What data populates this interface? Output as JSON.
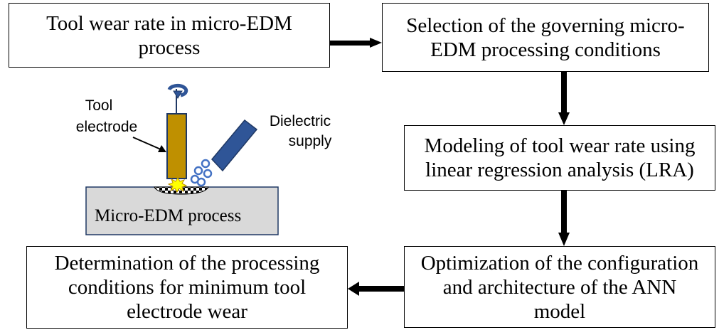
{
  "steps": {
    "s1": {
      "line1": "Tool wear rate in micro-EDM",
      "line2": "process"
    },
    "s2": {
      "line1": "Selection of the governing micro-",
      "line2": "EDM processing conditions"
    },
    "s3": {
      "line1": "Modeling of tool wear rate using",
      "line2": "linear regression analysis (LRA)"
    },
    "s4": {
      "line1": "Optimization of the configuration",
      "line2": "and architecture of the ANN",
      "line3": "model"
    },
    "s5": {
      "line1": "Determination of the processing",
      "line2": "conditions for minimum tool",
      "line3": "electrode wear"
    }
  },
  "illustration": {
    "tool_label_1": "Tool",
    "tool_label_2": "electrode",
    "dielectric_label_1": "Dielectric",
    "dielectric_label_2": "supply",
    "process_label": "Micro-EDM process",
    "colors": {
      "electrode": "#bf9000",
      "nozzle": "#2f5597",
      "workpiece": "#d9d9d9",
      "spark": "#ffff00",
      "bubble": "#4472c4"
    }
  }
}
